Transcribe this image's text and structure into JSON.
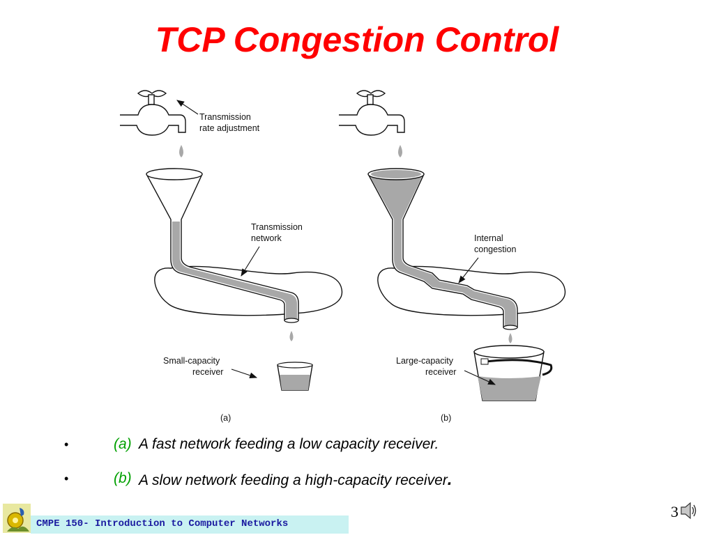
{
  "slide": {
    "title": "TCP Congestion Control",
    "figure": {
      "label_rate": [
        "Transmission",
        "rate adjustment"
      ],
      "label_network": [
        "Transmission",
        "network"
      ],
      "label_small": [
        "Small-capacity",
        "receiver"
      ],
      "label_internal": [
        "Internal",
        "congestion"
      ],
      "label_large": [
        "Large-capacity",
        "receiver"
      ],
      "caption_a": "(a)",
      "caption_b": "(b)"
    },
    "bullets": [
      {
        "tag": "(a)",
        "text": "A fast network feeding a low capacity receiver.",
        "end": ""
      },
      {
        "tag": "(b)",
        "text": "A slow network feeding a high-capacity  receiver",
        "end": "."
      }
    ],
    "bullet_symbol": "•",
    "footer": "CMPE 150- Introduction to Computer Networks",
    "page_number": "3",
    "colors": {
      "title": "#ff0000",
      "tag": "#00a000",
      "footer_strip": "#c9f2f2",
      "footer_text": "#1a1aa0",
      "water": "#a8a8a8"
    },
    "icons": {
      "logo": "gear-figure-logo-icon",
      "audio": "speaker-icon"
    }
  }
}
